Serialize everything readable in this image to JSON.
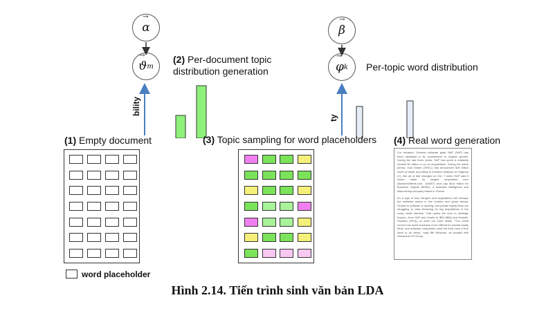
{
  "nodes": {
    "alpha": "α",
    "theta": "ϑ",
    "theta_sub": "m",
    "beta": "β",
    "phi": "φ",
    "phi_sub": "k"
  },
  "labels": {
    "step2_num": "(2)",
    "step2_line1": "Per-document topic",
    "step2_line2": "distribution generation",
    "phi_label": "Per-topic word distribution",
    "axis_fragment_left": "bility",
    "axis_fragment_right": "ty",
    "step1_num": "(1)",
    "step1_text": "Empty document",
    "step3_num": "(3)",
    "step3_text": "Topic sampling for word placeholders",
    "step4_num": "(4)",
    "step4_text": "Real word generation",
    "legend": "word placeholder"
  },
  "colors": {
    "magenta": "#f07ff0",
    "green": "#7be35a",
    "yellow": "#f5f07a",
    "light_green": "#a8f29a",
    "light_pink": "#f8c8f2",
    "arrow": "#4a7fc0",
    "bar_green": "#8ef27a",
    "bar_blue": "#e6eef8"
  },
  "topic_grid": [
    [
      "magenta",
      "green",
      "green",
      "yellow"
    ],
    [
      "green",
      "green",
      "green",
      "green"
    ],
    [
      "yellow",
      "green",
      "green",
      "yellow"
    ],
    [
      "green",
      "light_green",
      "light_green",
      "magenta"
    ],
    [
      "magenta",
      "light_green",
      "light_green",
      "yellow"
    ],
    [
      "yellow",
      "green",
      "green",
      "yellow"
    ],
    [
      "green",
      "light_pink",
      "light_pink",
      "light_pink"
    ]
  ],
  "document_text": [
    "For decades, German software giant SAP (SAP) has been steadfast in its commitment to organic growth. During the last three years, SAP has spent a relatively modest $1 billion or so on acquisitions. During the same period, rival Oracle (ORCL) has announced $25 billion worth of deals, according to research analysts at Citigroup (C). But all of that changed on Oct. 7 when SAP said it would make its largest acquisition ever (BusinessWeek.com, 10/8/07) and pay $6.8 billion for Business Objects (BOBJ), a business intelligence and data-mining company based in France.",
    "It's a sign of how mergers and acquisitions will reshape the software sector in the months and years ahead. Growth in software is slowing, and private equity firms are struggling to raise financing for big acquisitions in the rocky credit markets. That opens the door to strategic buyers—from SAP and Oracle to IBM (IBM) and Hewlett-Packard (HPQ)—to seek out more deals. \"The credit crunch has made business more difficult for private equity firms, and software companies must bid they have a free hand to do deals,\" says Bill Whyman, an analyst with researcher ISI Group."
  ],
  "caption": "Hình 2.14. Tiến trình sinh văn bản LDA"
}
